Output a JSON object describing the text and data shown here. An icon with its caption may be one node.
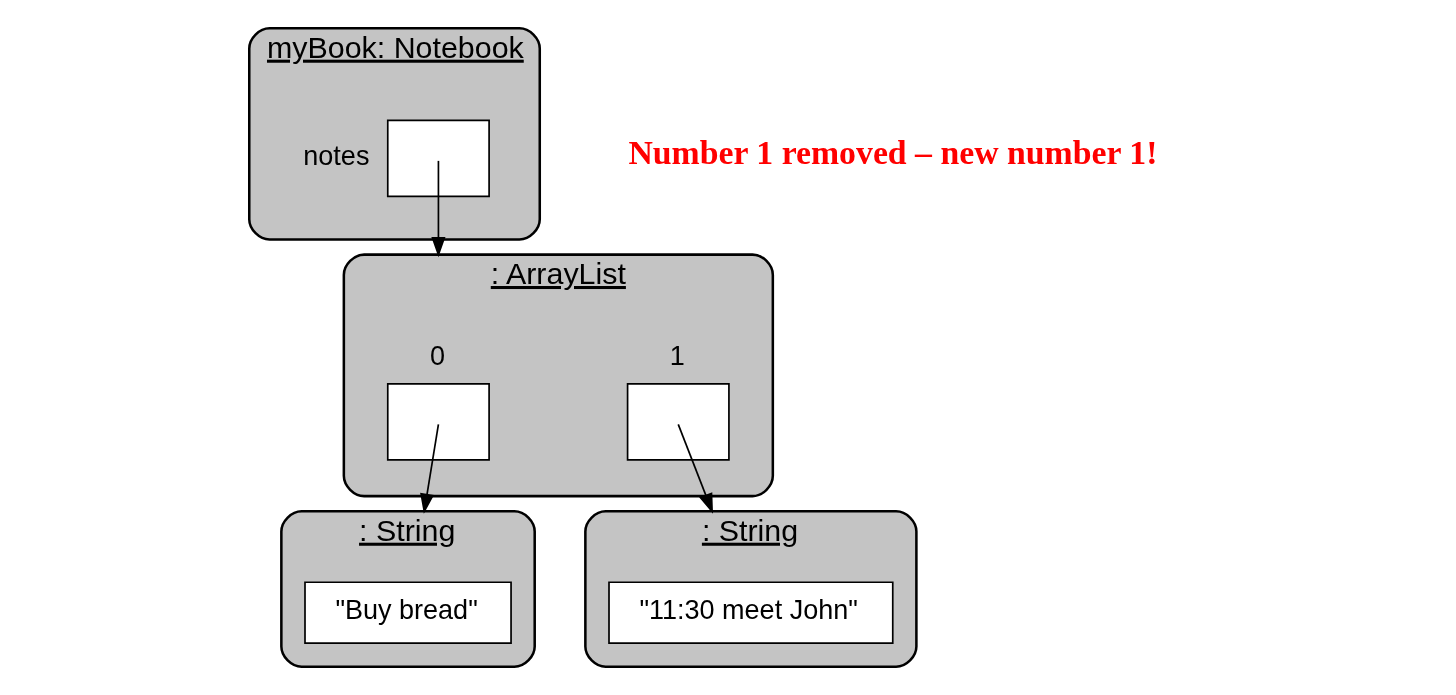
{
  "diagram": {
    "nodes": [
      {
        "text": [
          "myBook: Notebook"
        ]
      },
      {
        "text": [],
        "shape": "box",
        "in": 0,
        "beside": [
          "notes"
        ]
      },
      {
        "text": [
          ": ArrayList"
        ]
      },
      {
        "text": [],
        "shape": "box",
        "in": 2,
        "beside": [
          "0"
        ]
      },
      {
        "text": [],
        "shape": "box",
        "in": 2,
        "beside": [
          "1"
        ]
      },
      {
        "text": [
          ": String"
        ]
      },
      {
        "text": [
          "\"Buy bread\""
        ],
        "in": 5
      },
      {
        "text": [
          ": String"
        ]
      },
      {
        "text": [
          "\"11:30 meet John\""
        ],
        "in": 7
      }
    ],
    "edges": [
      {
        "from": 1,
        "to": 2,
        "arrow": "to"
      },
      {
        "from": 3,
        "to": 5,
        "arrow": "to"
      },
      {
        "from": 4,
        "to": 7,
        "arrow": "to"
      }
    ],
    "labels": [
      "Number 1 removed – new number 1!"
    ]
  }
}
